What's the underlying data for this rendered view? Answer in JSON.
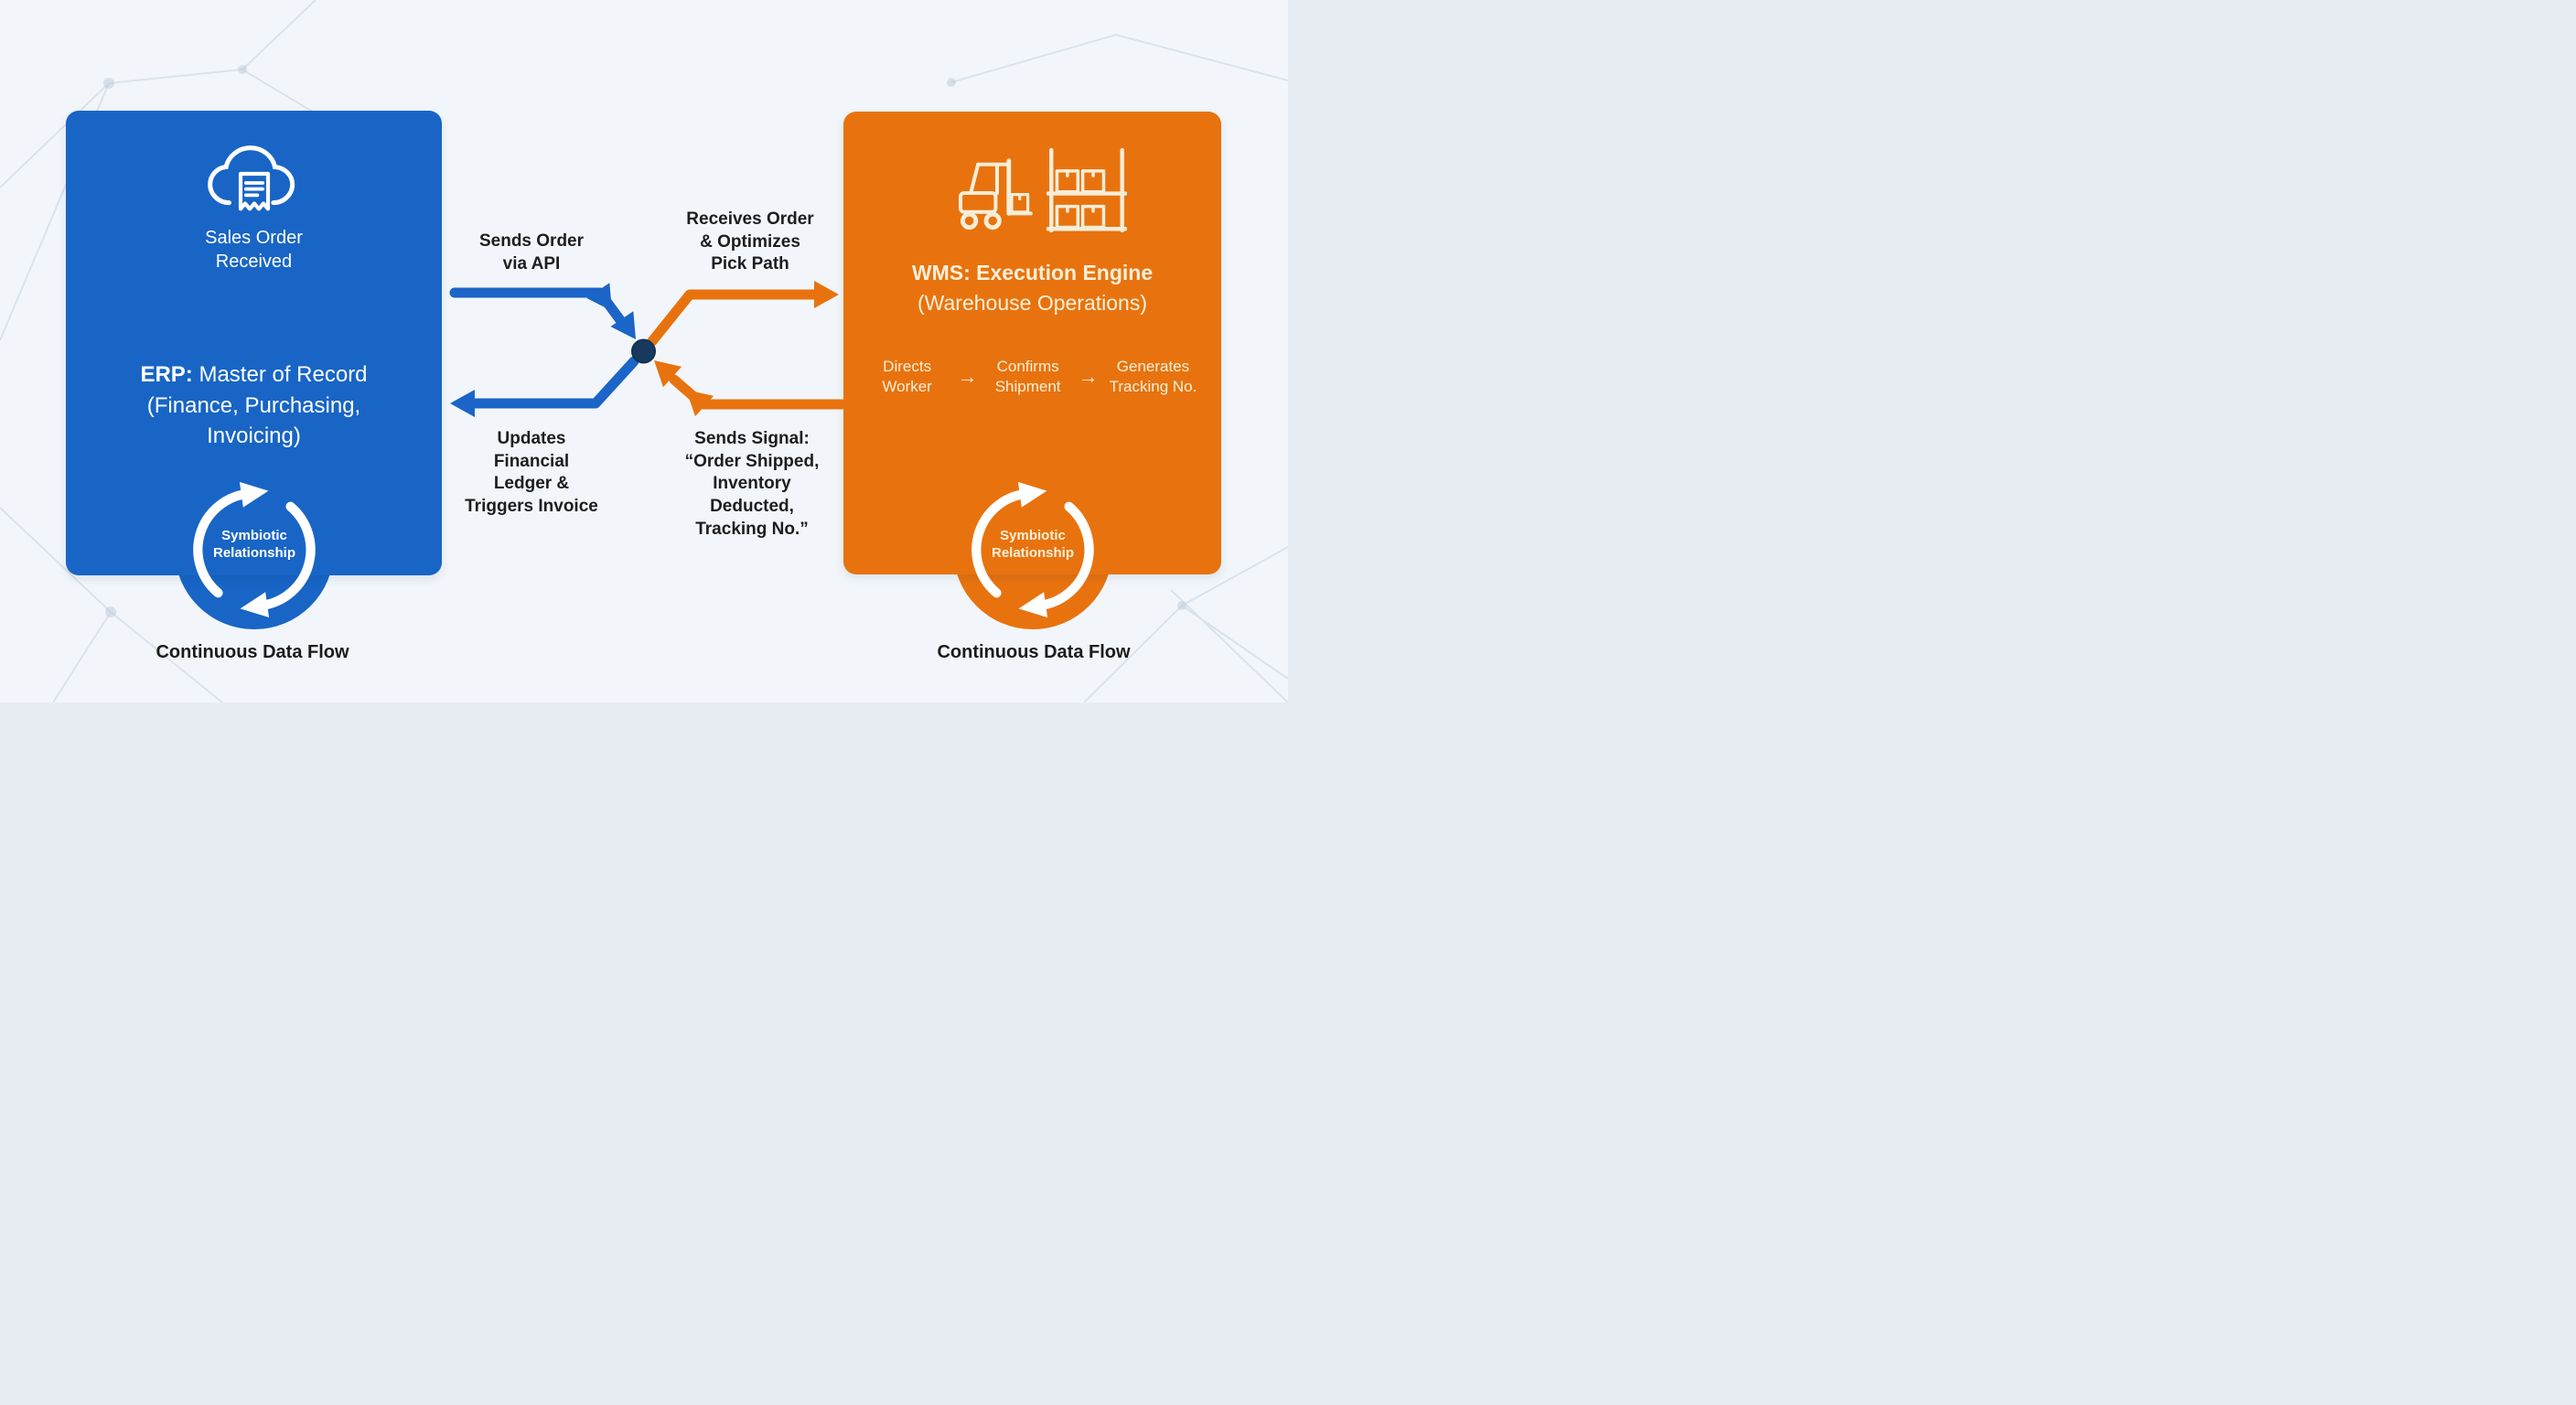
{
  "colors": {
    "background": "#f2f6fa",
    "erp_blue": "#1865C6",
    "wms_orange": "#E8730E",
    "node_navy": "#17395E",
    "text_dark": "#1d1d1f",
    "text_cream": "#FAF0D9"
  },
  "erp_box": {
    "event": {
      "line1": "Sales Order",
      "line2": "Received"
    },
    "title": {
      "bold": "ERP:",
      "rest": " Master of Record",
      "line2": "(Finance, Purchasing,",
      "line3": "Invoicing)"
    },
    "cycle": {
      "line1": "Symbiotic",
      "line2": "Relationship"
    },
    "footer": "Continuous Data Flow"
  },
  "wms_box": {
    "title": {
      "bold": "WMS:",
      "rest": " Execution Engine",
      "line2": "(Warehouse Operations)"
    },
    "steps": [
      {
        "line1": "Directs",
        "line2": "Worker"
      },
      {
        "line1": "Confirms",
        "line2": "Shipment"
      },
      {
        "line1": "Generates",
        "line2": "Tracking No."
      }
    ],
    "step_arrow": "→",
    "cycle": {
      "line1": "Symbiotic",
      "line2": "Relationship"
    },
    "footer": "Continuous Data Flow"
  },
  "flows": {
    "erp_to_wms": {
      "line1": "Sends Order",
      "line2": "via API"
    },
    "wms_receives": {
      "line1": "Receives Order",
      "line2": "& Optimizes",
      "line3": "Pick Path"
    },
    "erp_updates": {
      "line1": "Updates",
      "line2": "Financial",
      "line3": "Ledger &",
      "line4": "Triggers Invoice"
    },
    "wms_signal": {
      "line1": "Sends Signal:",
      "line2": "“Order Shipped,",
      "line3": "Inventory",
      "line4": "Deducted,",
      "line5": "Tracking No.”"
    }
  }
}
